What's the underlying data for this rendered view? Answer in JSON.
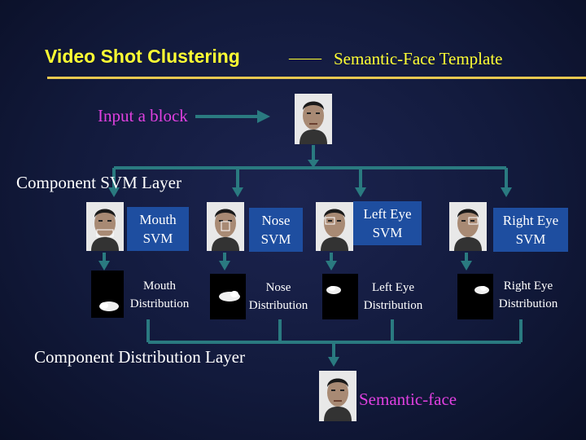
{
  "title": {
    "main": "Video Shot Clustering",
    "separator": "——",
    "subtitle": "Semantic-Face Template"
  },
  "input_label": "Input a block",
  "component_svm_layer": {
    "label": "Component SVM Layer",
    "components": [
      {
        "svm_line1": "Mouth",
        "svm_line2": "SVM",
        "dist_line1": "Mouth",
        "dist_line2": "Distribution"
      },
      {
        "svm_line1": "Nose",
        "svm_line2": "SVM",
        "dist_line1": "Nose",
        "dist_line2": "Distribution"
      },
      {
        "svm_line1": "Left Eye",
        "svm_line2": "SVM",
        "dist_line1": "Left Eye",
        "dist_line2": "Distribution"
      },
      {
        "svm_line1": "Right Eye",
        "svm_line2": "SVM",
        "dist_line1": "Right Eye",
        "dist_line2": "Distribution"
      }
    ]
  },
  "component_distribution_layer": {
    "label": "Component Distribution Layer"
  },
  "output_label": "Semantic-face",
  "colors": {
    "background": "#121a3c",
    "title": "#ffff33",
    "accent_line": "#e8c850",
    "connector": "#2a7a80",
    "svm_box": "#1e4ea0",
    "magenta_text": "#e040e0"
  }
}
